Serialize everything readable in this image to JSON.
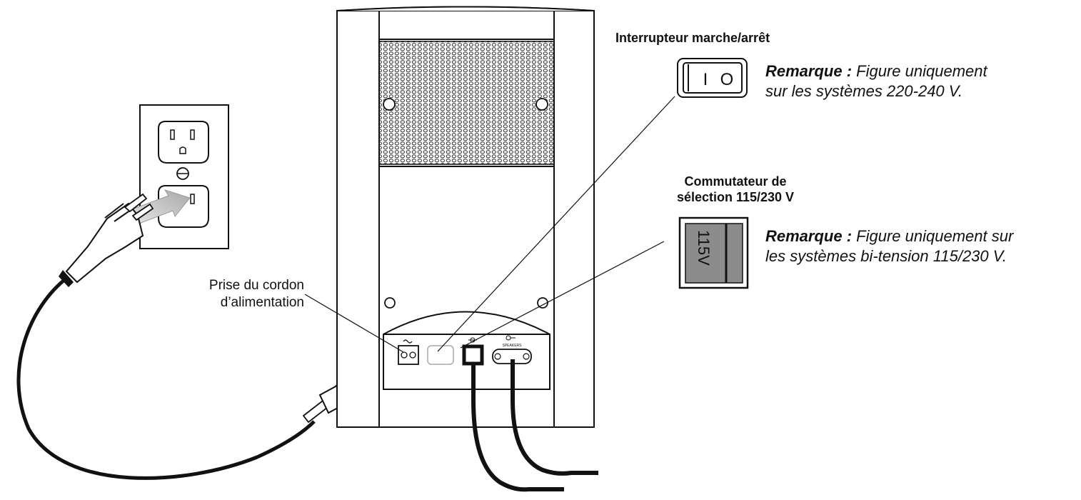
{
  "labels": {
    "power_switch_title": "Interrupteur marche/arrêt",
    "voltage_selector_title_line1": "Commutateur de",
    "voltage_selector_title_line2": "sélection 115/230 V",
    "power_cord_socket_line1": "Prise du cordon",
    "power_cord_socket_line2": "d’alimentation"
  },
  "notes": {
    "power_switch": {
      "prefix": "Remarque :",
      "line1": " Figure uniquement",
      "line2": "sur les systèmes 220-240 V."
    },
    "voltage_selector": {
      "prefix": "Remarque :",
      "line1": " Figure uniquement sur",
      "line2": "les systèmes bi-tension 115/230 V."
    }
  },
  "panel": {
    "switch_marks": [
      "I",
      "O"
    ],
    "selector_value": "115V",
    "speakers_jack_label": "SPEAKERS"
  },
  "colors": {
    "ink": "#111111",
    "arrow_gray": "#b8b8b8",
    "selector_gray": "#8c8c8c",
    "cable_fade": "#cccccc"
  }
}
